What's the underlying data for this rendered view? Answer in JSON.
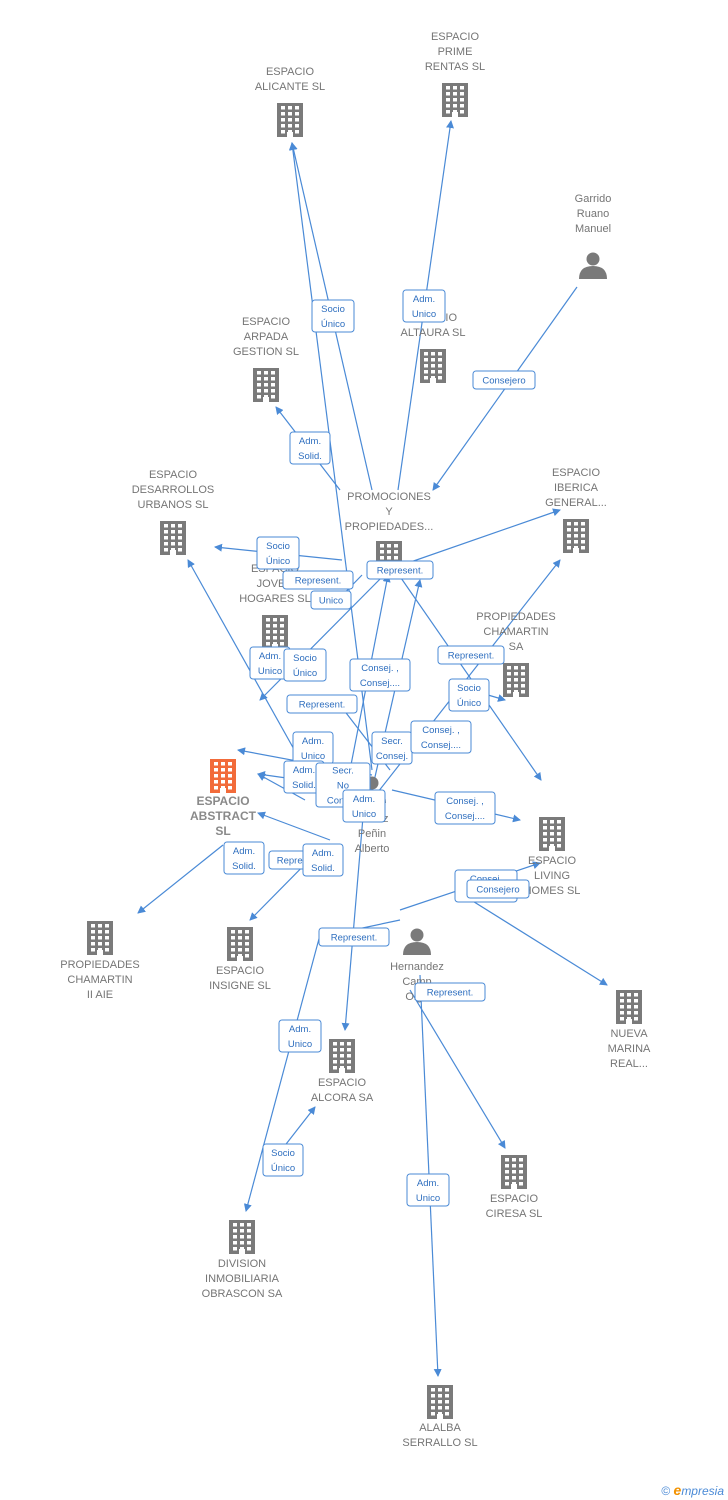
{
  "colors": {
    "edge": "#4a8ad6",
    "company": "#7a7a7a",
    "focus": "#f26b3a",
    "person": "#7a7a7a"
  },
  "nodes": [
    {
      "id": "espacio-alicante",
      "type": "company",
      "lines": [
        "ESPACIO",
        "ALICANTE SL"
      ]
    },
    {
      "id": "espacio-prime-rentas",
      "type": "company",
      "lines": [
        "ESPACIO",
        "PRIME",
        "RENTAS SL"
      ]
    },
    {
      "id": "garrido",
      "type": "person",
      "lines": [
        "Garrido",
        "Ruano",
        "Manuel"
      ]
    },
    {
      "id": "espacio-arpada",
      "type": "company",
      "lines": [
        "ESPACIO",
        "ARPADA",
        "GESTION SL"
      ]
    },
    {
      "id": "espacio-altaura",
      "type": "company",
      "lines": [
        "ESPACIO",
        "ALTAURA  SL"
      ]
    },
    {
      "id": "espacio-desarrollos",
      "type": "company",
      "lines": [
        "ESPACIO",
        "DESARROLLOS",
        "URBANOS SL"
      ]
    },
    {
      "id": "promociones",
      "type": "company",
      "lines": [
        "PROMOCIONES",
        "Y",
        "PROPIEDADES..."
      ]
    },
    {
      "id": "espacio-iberica",
      "type": "company",
      "lines": [
        "ESPACIO",
        "IBERICA",
        "GENERAL..."
      ]
    },
    {
      "id": "espacio-joven",
      "type": "company",
      "lines": [
        "ESPACIO",
        "JOVEN",
        "HOGARES SL"
      ]
    },
    {
      "id": "propiedades-chamartin-sa",
      "type": "company",
      "lines": [
        "PROPIEDADES",
        "CHAMARTIN",
        "SA"
      ]
    },
    {
      "id": "espacio-abstract",
      "type": "focus",
      "lines": [
        "ESPACIO",
        "ABSTRACT",
        "SL"
      ]
    },
    {
      "id": "munoz",
      "type": "person",
      "lines": [
        "Muñoz",
        "Peñin",
        "Alberto"
      ]
    },
    {
      "id": "espacio-living",
      "type": "company",
      "lines": [
        "ESPACIO",
        "LIVING",
        "HOMES  SL"
      ]
    },
    {
      "id": "propiedades-chamartin-ii",
      "type": "company",
      "lines": [
        "PROPIEDADES",
        "CHAMARTIN",
        "II AIE"
      ]
    },
    {
      "id": "espacio-insigne",
      "type": "company",
      "lines": [
        "ESPACIO",
        "INSIGNE SL"
      ]
    },
    {
      "id": "hernandez",
      "type": "person",
      "lines": [
        "Hernandez",
        "Camp",
        "Olga"
      ]
    },
    {
      "id": "nueva-marina",
      "type": "company",
      "lines": [
        "NUEVA",
        "MARINA",
        "REAL..."
      ]
    },
    {
      "id": "espacio-alcora",
      "type": "company",
      "lines": [
        "ESPACIO",
        "ALCORA SA"
      ]
    },
    {
      "id": "espacio-ciresa",
      "type": "company",
      "lines": [
        "ESPACIO",
        "CIRESA SL"
      ]
    },
    {
      "id": "division-inmobiliaria",
      "type": "company",
      "lines": [
        "DIVISION",
        "INMOBILIARIA",
        "OBRASCON SA"
      ]
    },
    {
      "id": "alalba-serrallo",
      "type": "company",
      "lines": [
        "ALALBA",
        "SERRALLO  SL"
      ]
    }
  ],
  "edge_labels": [
    [
      "Socio",
      "Único"
    ],
    [
      "Adm.",
      "Unico"
    ],
    [
      "Consejero"
    ],
    [
      "Adm.",
      "Solid."
    ],
    [
      "Adm.",
      "Unico"
    ],
    [
      "Socio",
      "Único"
    ],
    [
      "Represent."
    ],
    [
      "Unico"
    ],
    [
      "Represent."
    ],
    [
      "Adm.",
      "Unico"
    ],
    [
      "Socio",
      "Único"
    ],
    [
      "Represent."
    ],
    [
      "Represent."
    ],
    [
      "Consej. ,",
      "Consej...."
    ],
    [
      "Socio",
      "Único"
    ],
    [
      "Adm.",
      "Unico"
    ],
    [
      "Secr.",
      "Consej."
    ],
    [
      "Consej. ,",
      "Consej...."
    ],
    [
      "Adm.",
      "Solid."
    ],
    [
      "Secr.",
      "No",
      "Consej."
    ],
    [
      "Adm.",
      "Unico"
    ],
    [
      "Consej. ,",
      "Consej...."
    ],
    [
      "Adm.",
      "Solid."
    ],
    [
      "Represent."
    ],
    [
      "Adm.",
      "Solid."
    ],
    [
      "Consej.",
      "Secr."
    ],
    [
      "Consejero"
    ],
    [
      "Represent."
    ],
    [
      "Represent."
    ],
    [
      "Adm.",
      "Unico"
    ],
    [
      "Socio",
      "Único"
    ],
    [
      "Adm.",
      "Unico"
    ]
  ],
  "brand": {
    "copyright": "©",
    "e": "e",
    "rest": "mpresia"
  }
}
